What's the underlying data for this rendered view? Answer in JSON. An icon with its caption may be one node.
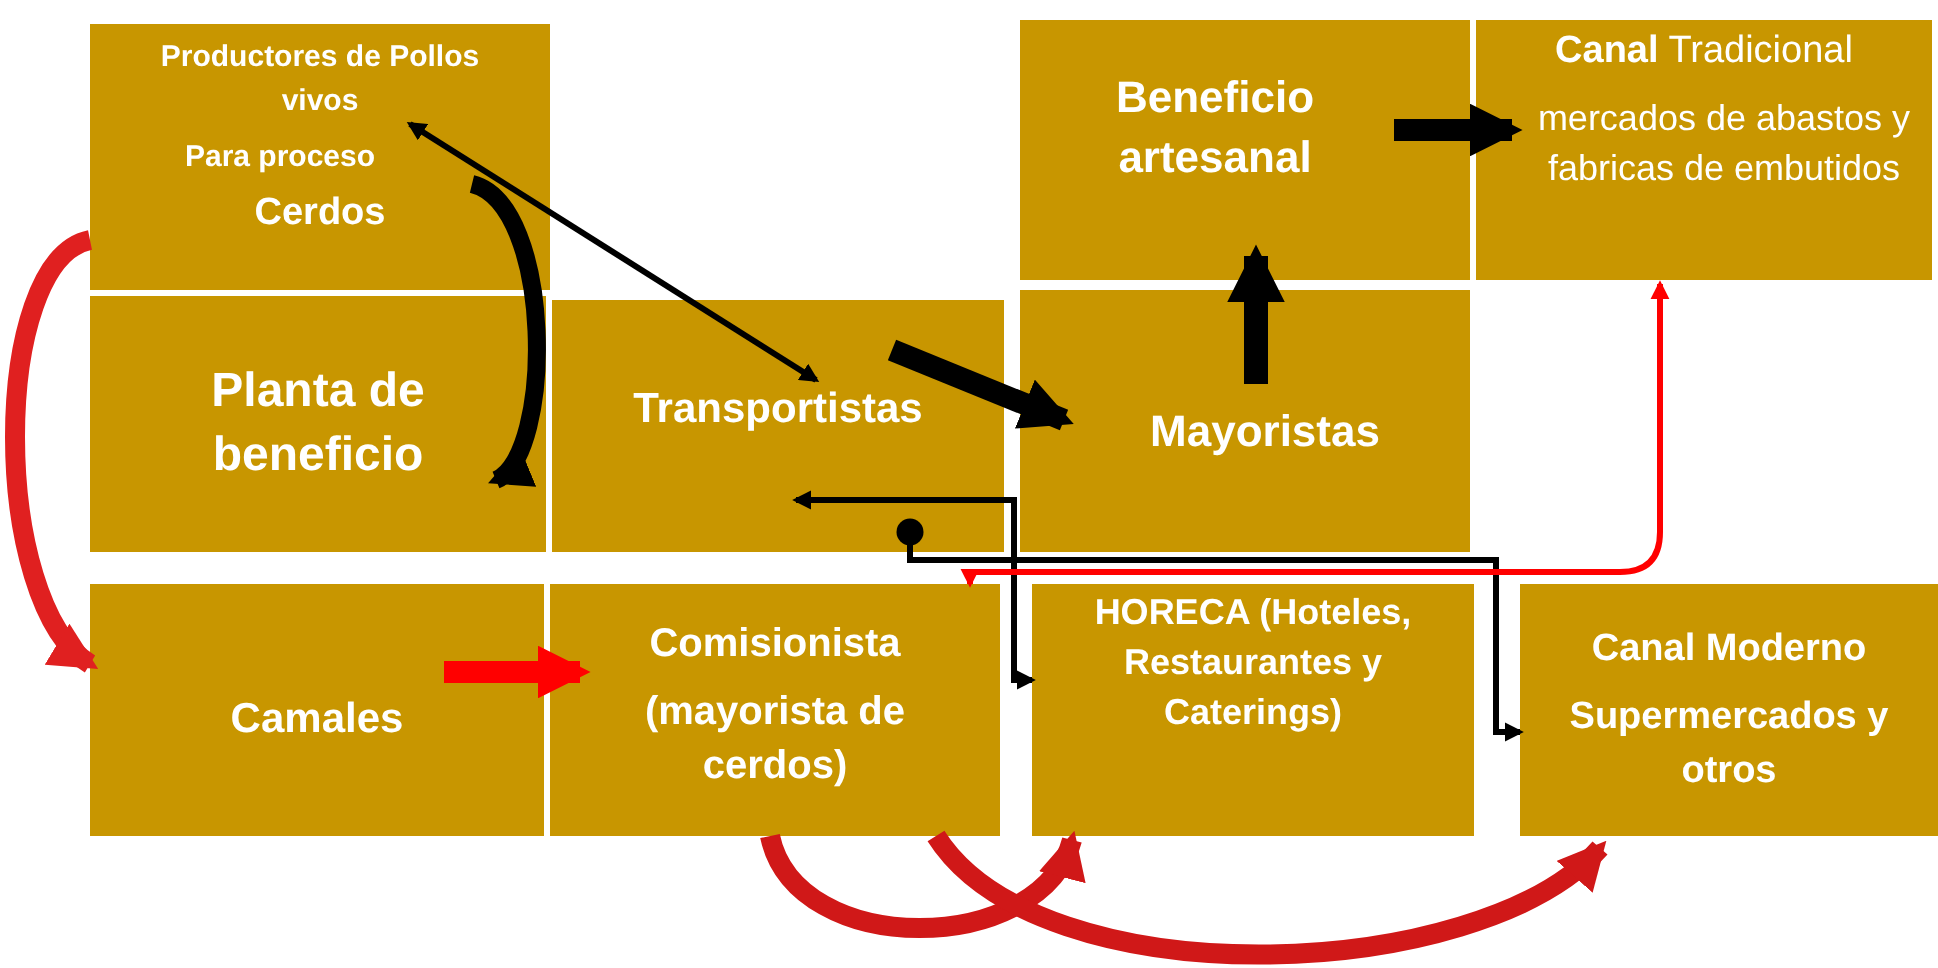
{
  "diagram": {
    "nodes": [
      {
        "text": [
          "Productores de Pollos vivos",
          "Para proceso",
          "Cerdos"
        ]
      },
      {
        "text": [
          "Planta de beneficio"
        ]
      },
      {
        "text": [
          "Transportistas"
        ]
      },
      {
        "text": [
          "Beneficio artesanal"
        ]
      },
      {
        "text": [
          "**Canal** Tradicional",
          "mercados de abastos y fabricas de embutidos"
        ]
      },
      {
        "text": [
          "Mayoristas"
        ]
      },
      {
        "text": [
          "Camales"
        ]
      },
      {
        "text": [
          "Comisionista",
          "(mayorista de cerdos)"
        ]
      },
      {
        "text": [
          "HORECA (Hoteles, Restaurantes y Caterings)"
        ]
      },
      {
        "text": [
          "Canal Moderno",
          "Supermercados y otros"
        ]
      }
    ],
    "edges": [
      {
        "from": 0,
        "to": 2,
        "arrow": "both"
      },
      {
        "from": 0,
        "to": 1,
        "arrow": "to"
      },
      {
        "from": 0,
        "to": 6,
        "arrow": "to",
        "color": "#e02020"
      },
      {
        "from": 2,
        "to": 5,
        "arrow": "to"
      },
      {
        "from": 5,
        "to": 3,
        "arrow": "to"
      },
      {
        "from": 3,
        "to": 4,
        "arrow": "to"
      },
      {
        "from": 6,
        "to": 7,
        "arrow": "to",
        "color": "#ff0000"
      },
      {
        "from": 2,
        "to": 9,
        "arrow": "to"
      },
      {
        "from": 2,
        "to": 8,
        "arrow": "both"
      },
      {
        "from": 7,
        "to": 4,
        "arrow": "both",
        "color": "#ff0000"
      },
      {
        "from": 7,
        "to": 8,
        "arrow": "to",
        "color": "#d01818"
      },
      {
        "from": 7,
        "to": 9,
        "arrow": "to",
        "color": "#d01818"
      }
    ]
  }
}
